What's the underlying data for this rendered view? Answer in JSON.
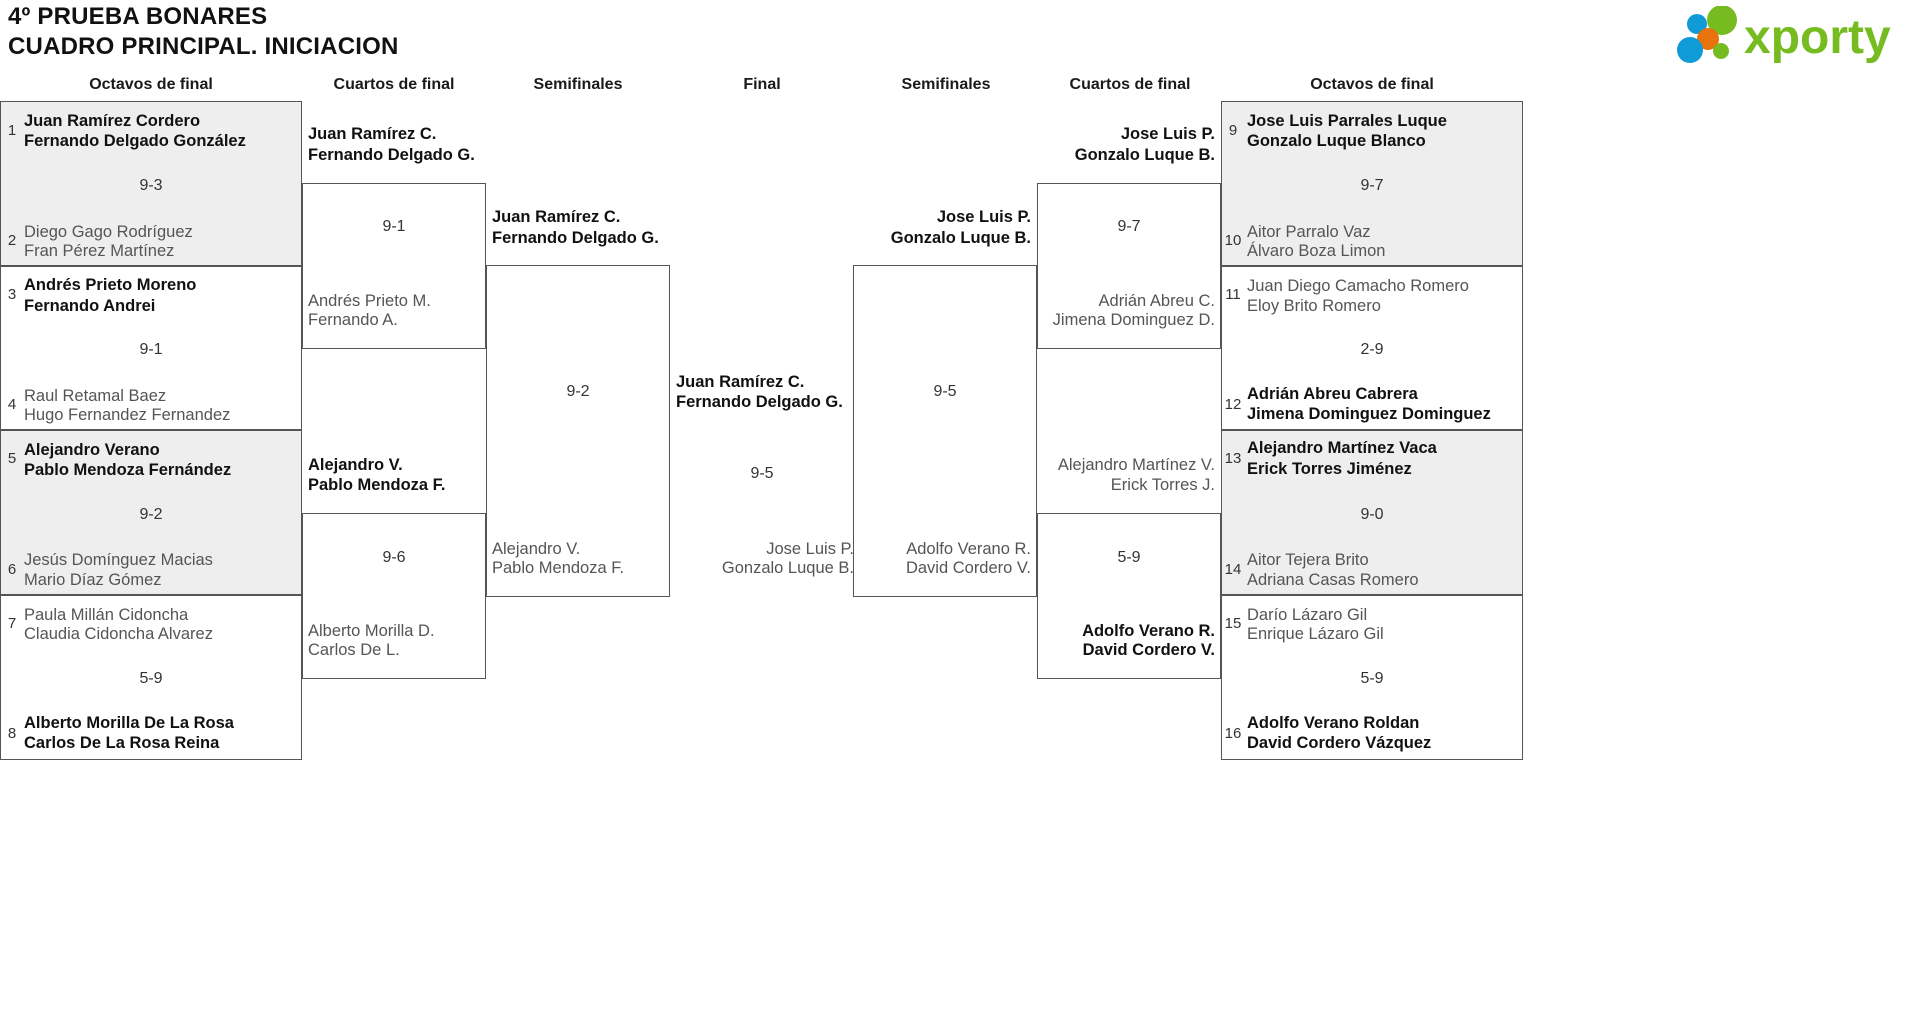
{
  "header": {
    "title_line1": "4º PRUEBA BONARES",
    "title_line2": "CUADRO PRINCIPAL. INICIACION",
    "logo_text": "xporty",
    "logo_colors": {
      "green": "#76bc21",
      "blue": "#0f9bd7",
      "orange": "#e8720c"
    }
  },
  "round_labels": {
    "left_r16": "Octavos de final",
    "left_qf": "Cuartos de final",
    "left_sf": "Semifinales",
    "final": "Final",
    "right_sf": "Semifinales",
    "right_qf": "Cuartos de final",
    "right_r16": "Octavos de final"
  },
  "left_r16": [
    {
      "seed": "1",
      "p1": "Juan Ramírez Cordero",
      "p2": "Fernando Delgado González",
      "result": "win"
    },
    {
      "seed": "2",
      "p1": "Diego Gago Rodríguez",
      "p2": "Fran Pérez Martínez",
      "result": "lose"
    },
    {
      "seed": "3",
      "p1": "Andrés Prieto Moreno",
      "p2": "Fernando Andrei",
      "result": "win"
    },
    {
      "seed": "4",
      "p1": "Raul Retamal Baez",
      "p2": "Hugo Fernandez Fernandez",
      "result": "lose"
    },
    {
      "seed": "5",
      "p1": "Alejandro Verano",
      "p2": "Pablo Mendoza Fernández",
      "result": "win"
    },
    {
      "seed": "6",
      "p1": "Jesús Domínguez Macias",
      "p2": "Mario Díaz Gómez",
      "result": "lose"
    },
    {
      "seed": "7",
      "p1": "Paula Millán Cidoncha",
      "p2": "Claudia Cidoncha Alvarez",
      "result": "lose"
    },
    {
      "seed": "8",
      "p1": "Alberto Morilla De La Rosa",
      "p2": "Carlos De La Rosa Reina",
      "result": "win"
    }
  ],
  "left_r16_scores": [
    "9-3",
    "9-1",
    "9-2",
    "5-9"
  ],
  "left_qf": [
    {
      "p1": "Juan Ramírez C.",
      "p2": "Fernando Delgado G.",
      "result": "win"
    },
    {
      "p1": "Andrés Prieto M.",
      "p2": "Fernando A.",
      "result": "lose"
    },
    {
      "p1": "Alejandro V.",
      "p2": "Pablo Mendoza F.",
      "result": "win"
    },
    {
      "p1": "Alberto Morilla D.",
      "p2": "Carlos De L.",
      "result": "lose"
    }
  ],
  "left_qf_scores": [
    "9-1",
    "9-6"
  ],
  "left_sf": [
    {
      "p1": "Juan Ramírez C.",
      "p2": "Fernando Delgado G.",
      "result": "win"
    },
    {
      "p1": "Alejandro V.",
      "p2": "Pablo Mendoza F.",
      "result": "lose"
    }
  ],
  "left_sf_scores": [
    "9-2"
  ],
  "final": {
    "top": {
      "p1": "Juan Ramírez C.",
      "p2": "Fernando Delgado G.",
      "result": "win"
    },
    "bottom": {
      "p1": "Jose Luis P.",
      "p2": "Gonzalo Luque B.",
      "result": "lose"
    },
    "score": "9-5"
  },
  "right_sf": [
    {
      "p1": "Jose Luis P.",
      "p2": "Gonzalo Luque B.",
      "result": "win"
    },
    {
      "p1": "Adolfo Verano R.",
      "p2": "David Cordero V.",
      "result": "lose"
    }
  ],
  "right_sf_scores": [
    "9-5"
  ],
  "right_qf": [
    {
      "p1": "Jose Luis P.",
      "p2": "Gonzalo Luque B.",
      "result": "win"
    },
    {
      "p1": "Adrián Abreu C.",
      "p2": "Jimena Dominguez D.",
      "result": "lose"
    },
    {
      "p1": "Alejandro Martínez V.",
      "p2": "Erick Torres J.",
      "result": "lose"
    },
    {
      "p1": "Adolfo Verano R.",
      "p2": "David Cordero V.",
      "result": "win"
    }
  ],
  "right_qf_scores": [
    "9-7",
    "5-9"
  ],
  "right_r16": [
    {
      "seed": "9",
      "p1": "Jose Luis Parrales Luque",
      "p2": "Gonzalo Luque Blanco",
      "result": "win"
    },
    {
      "seed": "10",
      "p1": "Aitor Parralo Vaz",
      "p2": "Álvaro Boza Limon",
      "result": "lose"
    },
    {
      "seed": "11",
      "p1": "Juan Diego Camacho Romero",
      "p2": "Eloy Brito Romero",
      "result": "lose"
    },
    {
      "seed": "12",
      "p1": "Adrián Abreu Cabrera",
      "p2": "Jimena Dominguez Dominguez",
      "result": "win"
    },
    {
      "seed": "13",
      "p1": "Alejandro Martínez Vaca",
      "p2": "Erick Torres Jiménez",
      "result": "win"
    },
    {
      "seed": "14",
      "p1": "Aitor Tejera Brito",
      "p2": "Adriana Casas Romero",
      "result": "lose"
    },
    {
      "seed": "15",
      "p1": "Darío Lázaro Gil",
      "p2": "Enrique Lázaro Gil",
      "result": "lose"
    },
    {
      "seed": "16",
      "p1": "Adolfo Verano Roldan",
      "p2": "David Cordero Vázquez",
      "result": "win"
    }
  ],
  "right_r16_scores": [
    "9-7",
    "2-9",
    "9-0",
    "5-9"
  ]
}
